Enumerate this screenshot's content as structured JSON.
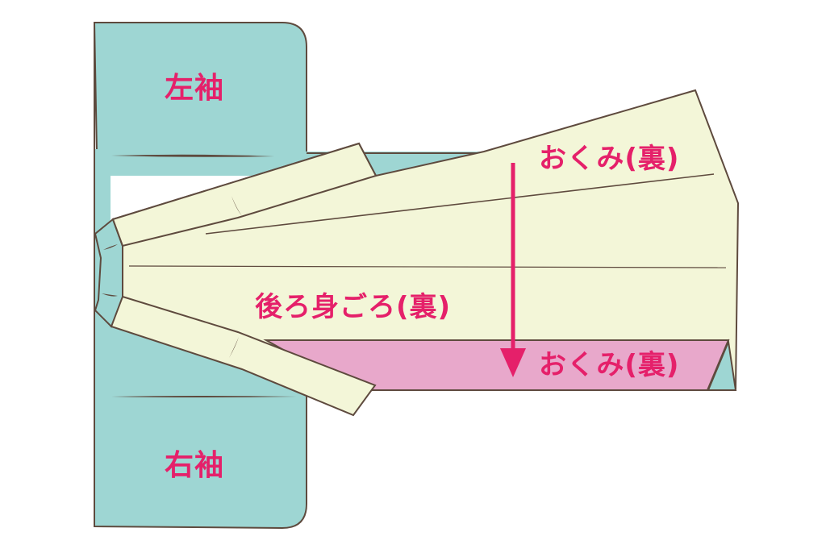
{
  "diagram": {
    "description": "Kimono folding step: back body and okumi folded, viewed from the reverse side",
    "labels": {
      "left_sleeve": "左袖",
      "right_sleeve": "右袖",
      "okumi_top": "おくみ(裏)",
      "back_body": "後ろ身ごろ(裏)",
      "okumi_bottom": "おくみ(裏)"
    },
    "arrow": {
      "direction": "down",
      "meaning": "fold okumi downward"
    },
    "colors": {
      "sleeve_fill": "#9ed6d3",
      "body_fill": "#f3f6d8",
      "okumi_folded_fill": "#e8a8cb",
      "outline": "#5e4a3e",
      "label_text": "#e5206a",
      "arrow": "#e5206a",
      "background": "#ffffff"
    }
  }
}
